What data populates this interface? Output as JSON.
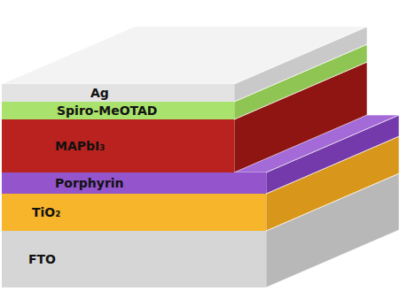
{
  "diagram": {
    "nodes": [
      {
        "text": [
          "Ag"
        ]
      },
      {
        "text": [
          "Spiro-MeOTAD"
        ]
      },
      {
        "text": [
          "MAPbI₃"
        ]
      },
      {
        "text": [
          "Porphyrin"
        ]
      },
      {
        "text": [
          "TiO₂"
        ]
      },
      {
        "text": [
          "FTO"
        ]
      }
    ]
  }
}
